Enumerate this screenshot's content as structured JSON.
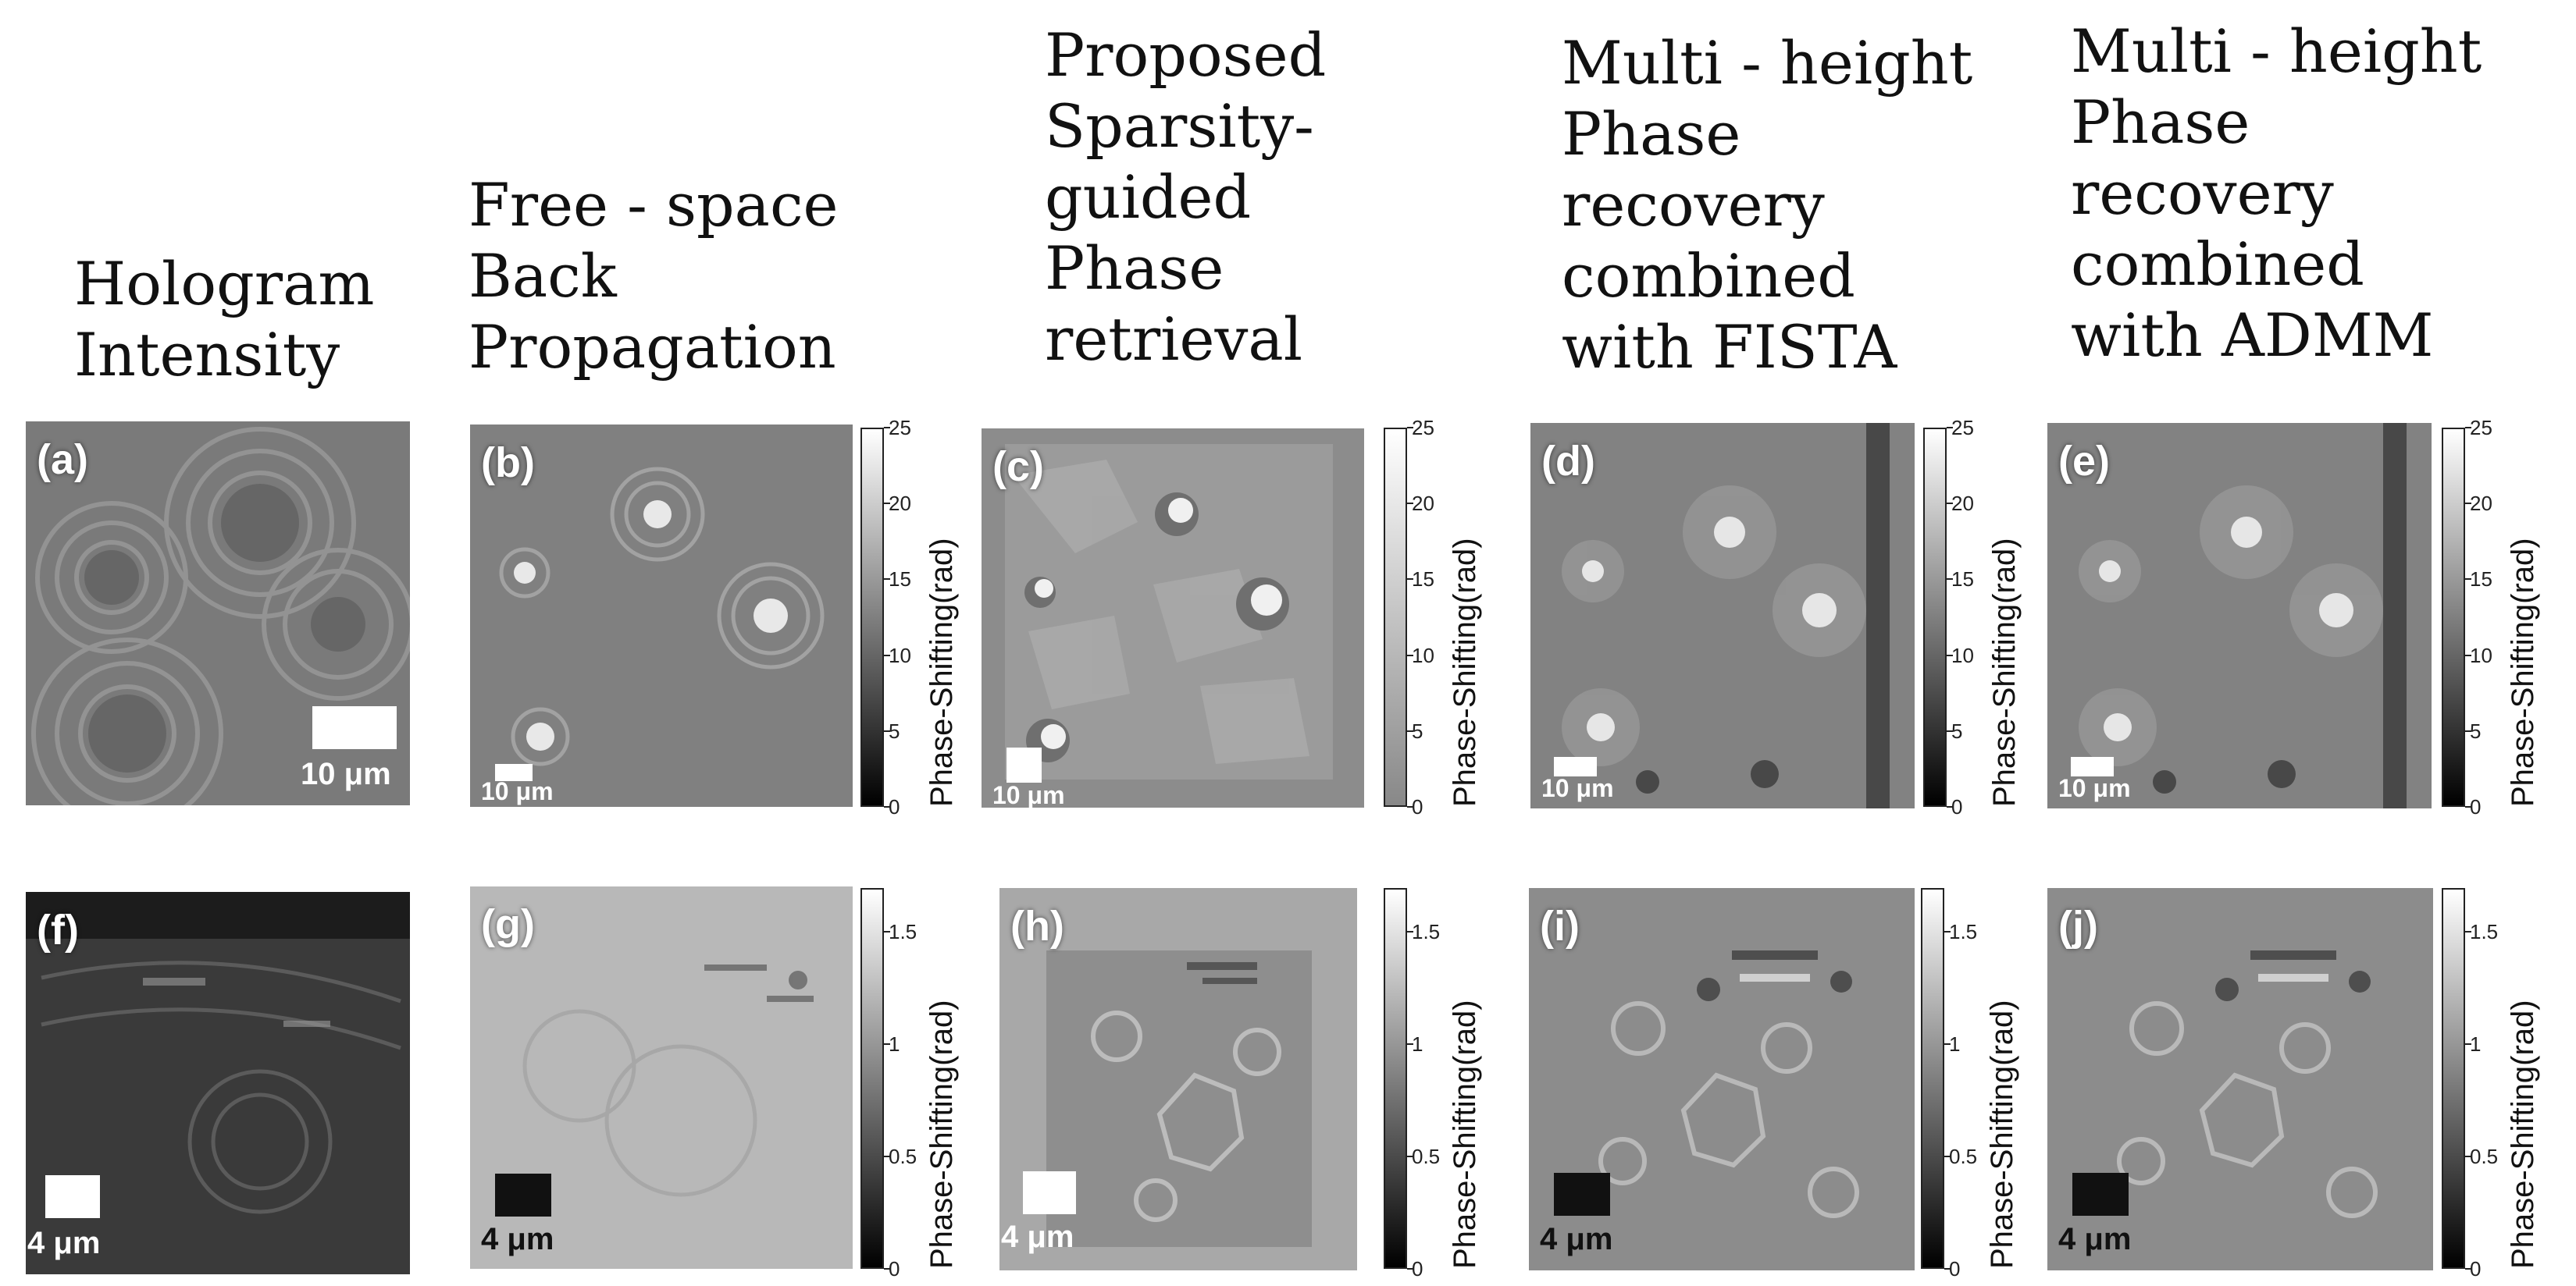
{
  "titles": [
    [
      "Hologram",
      "Intensity"
    ],
    [
      "Free - space",
      "Back",
      "Propagation"
    ],
    [
      "Proposed",
      "Sparsity-",
      "guided",
      "Phase",
      "retrieval"
    ],
    [
      "Multi - height",
      "Phase",
      "recovery",
      "combined",
      "with FISTA"
    ],
    [
      "Multi - height",
      "Phase",
      "recovery",
      "combined",
      "with ADMM"
    ]
  ],
  "panels": {
    "a": {
      "label": "(a)",
      "scale": "10 μm"
    },
    "b": {
      "label": "(b)",
      "scale": "10 μm"
    },
    "c": {
      "label": "(c)",
      "scale": "10 μm"
    },
    "d": {
      "label": "(d)",
      "scale": "10 μm"
    },
    "e": {
      "label": "(e)",
      "scale": "10 μm"
    },
    "f": {
      "label": "(f)",
      "scale": "4 μm"
    },
    "g": {
      "label": "(g)",
      "scale": "4 μm"
    },
    "h": {
      "label": "(h)",
      "scale": "4 μm"
    },
    "i": {
      "label": "(i)",
      "scale": "4 μm"
    },
    "j": {
      "label": "(j)",
      "scale": "4 μm"
    }
  },
  "colorbar": {
    "label": "Phase-Shifting(rad)",
    "top_ticks": [
      "25",
      "20",
      "15",
      "10",
      "5",
      "0"
    ],
    "bottom_ticks": [
      "1.5",
      "1",
      "0.5",
      "0"
    ]
  }
}
